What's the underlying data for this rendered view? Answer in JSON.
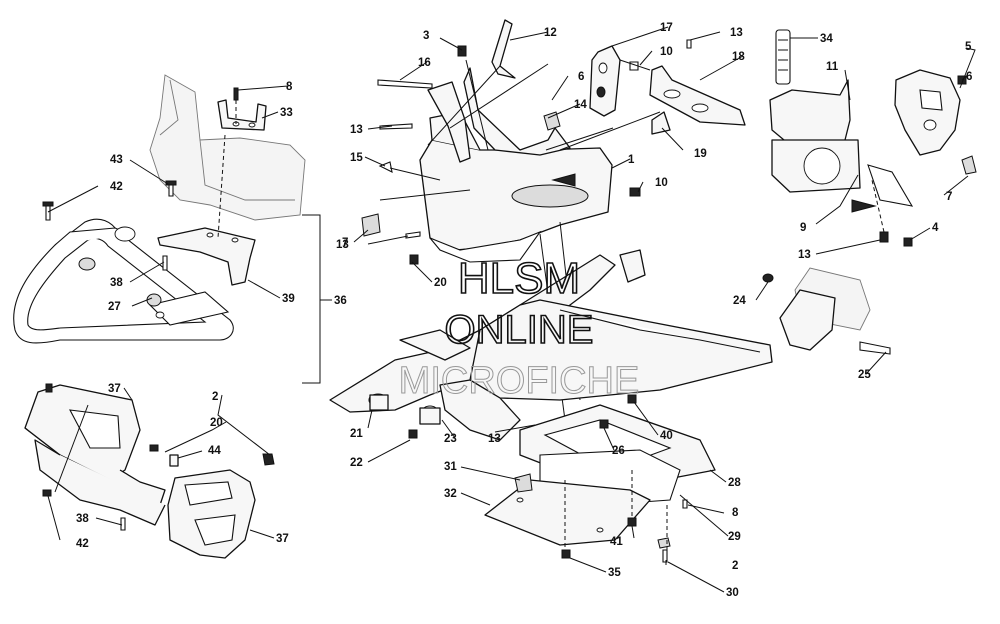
{
  "watermark": {
    "line1": "HLSM",
    "line2": "ONLINE",
    "line3": "MICROFICHE"
  },
  "callouts": [
    {
      "id": "c1",
      "label": "1"
    },
    {
      "id": "c2a",
      "label": "2"
    },
    {
      "id": "c2b",
      "label": "2"
    },
    {
      "id": "c3",
      "label": "3"
    },
    {
      "id": "c4",
      "label": "4"
    },
    {
      "id": "c5",
      "label": "5"
    },
    {
      "id": "c6a",
      "label": "6"
    },
    {
      "id": "c6b",
      "label": "6"
    },
    {
      "id": "c7a",
      "label": "7"
    },
    {
      "id": "c7b",
      "label": "7"
    },
    {
      "id": "c8a",
      "label": "8"
    },
    {
      "id": "c8b",
      "label": "8"
    },
    {
      "id": "c9",
      "label": "9"
    },
    {
      "id": "c10a",
      "label": "10"
    },
    {
      "id": "c10b",
      "label": "10"
    },
    {
      "id": "c11",
      "label": "11"
    },
    {
      "id": "c12",
      "label": "12"
    },
    {
      "id": "c13a",
      "label": "13"
    },
    {
      "id": "c13b",
      "label": "13"
    },
    {
      "id": "c13c",
      "label": "13"
    },
    {
      "id": "c13d",
      "label": "13"
    },
    {
      "id": "c13e",
      "label": "13"
    },
    {
      "id": "c14",
      "label": "14"
    },
    {
      "id": "c15",
      "label": "15"
    },
    {
      "id": "c16",
      "label": "16"
    },
    {
      "id": "c17",
      "label": "17"
    },
    {
      "id": "c18",
      "label": "18"
    },
    {
      "id": "c19",
      "label": "19"
    },
    {
      "id": "c20a",
      "label": "20"
    },
    {
      "id": "c20b",
      "label": "20"
    },
    {
      "id": "c21",
      "label": "21"
    },
    {
      "id": "c22",
      "label": "22"
    },
    {
      "id": "c23",
      "label": "23"
    },
    {
      "id": "c24",
      "label": "24"
    },
    {
      "id": "c25",
      "label": "25"
    },
    {
      "id": "c26",
      "label": "26"
    },
    {
      "id": "c27",
      "label": "27"
    },
    {
      "id": "c28",
      "label": "28"
    },
    {
      "id": "c29",
      "label": "29"
    },
    {
      "id": "c30",
      "label": "30"
    },
    {
      "id": "c31",
      "label": "31"
    },
    {
      "id": "c32",
      "label": "32"
    },
    {
      "id": "c33",
      "label": "33"
    },
    {
      "id": "c34",
      "label": "34"
    },
    {
      "id": "c35",
      "label": "35"
    },
    {
      "id": "c36",
      "label": "36"
    },
    {
      "id": "c37a",
      "label": "37"
    },
    {
      "id": "c37b",
      "label": "37"
    },
    {
      "id": "c38a",
      "label": "38"
    },
    {
      "id": "c38b",
      "label": "38"
    },
    {
      "id": "c39",
      "label": "39"
    },
    {
      "id": "c40",
      "label": "40"
    },
    {
      "id": "c41",
      "label": "41"
    },
    {
      "id": "c42a",
      "label": "42"
    },
    {
      "id": "c42b",
      "label": "42"
    },
    {
      "id": "c43",
      "label": "43"
    },
    {
      "id": "c44",
      "label": "44"
    }
  ]
}
